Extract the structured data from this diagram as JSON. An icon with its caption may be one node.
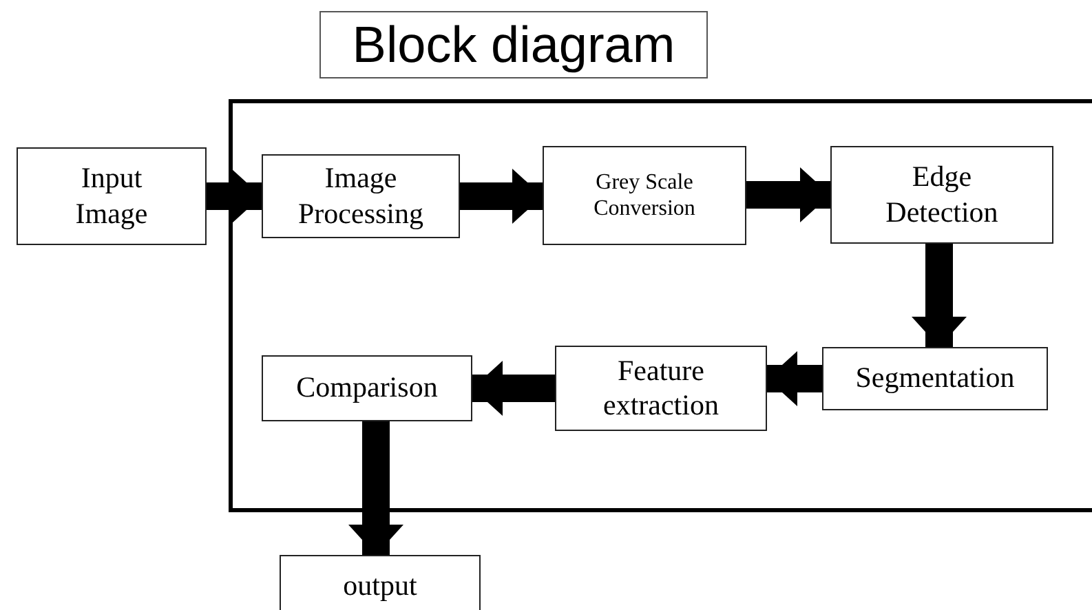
{
  "diagram": {
    "title": "Block diagram",
    "nodes": [
      {
        "text": [],
        "shape": "box"
      },
      {
        "text": [
          "Input Image"
        ]
      },
      {
        "text": [
          "Image Processing"
        ],
        "in": 0
      },
      {
        "text": [
          "Grey Scale Conversion"
        ],
        "in": 0
      },
      {
        "text": [
          "Edge Detection"
        ],
        "in": 0
      },
      {
        "text": [
          "Segmentation"
        ],
        "in": 0
      },
      {
        "text": [
          "Feature extraction"
        ],
        "in": 0
      },
      {
        "text": [
          "Comparison"
        ],
        "in": 0
      },
      {
        "text": [
          "output"
        ]
      }
    ],
    "edges": [
      {
        "from": 1,
        "to": 2,
        "arrow": "to"
      },
      {
        "from": 2,
        "to": 3,
        "arrow": "to"
      },
      {
        "from": 3,
        "to": 4,
        "arrow": "to"
      },
      {
        "from": 4,
        "to": 5,
        "arrow": "to"
      },
      {
        "from": 5,
        "to": 6,
        "arrow": "to"
      },
      {
        "from": 6,
        "to": 7,
        "arrow": "to"
      },
      {
        "from": 7,
        "to": 8,
        "arrow": "to"
      }
    ]
  }
}
